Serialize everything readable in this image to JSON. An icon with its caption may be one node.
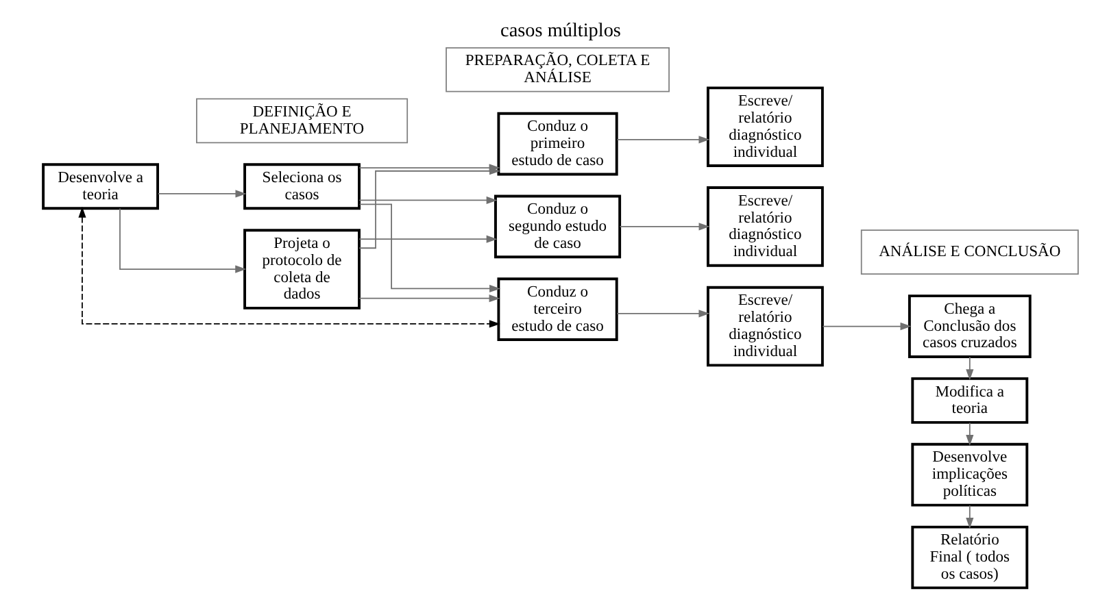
{
  "diagram": {
    "title": "casos múltiplos",
    "nodes": [
      {
        "text": [
          "DEFINIÇÃO E PLANEJAMENTO"
        ]
      },
      {
        "text": [
          "PREPARAÇÃO, COLETA E ANÁLISE"
        ]
      },
      {
        "text": [
          "ANÁLISE E CONCLUSÃO"
        ]
      },
      {
        "text": [
          "Desenvolve a teoria"
        ]
      },
      {
        "text": [
          "Seleciona os casos"
        ]
      },
      {
        "text": [
          "Projeta o protocolo de coleta de dados"
        ]
      },
      {
        "text": [
          "Conduz o primeiro estudo de caso"
        ]
      },
      {
        "text": [
          "Conduz o segundo estudo de caso"
        ]
      },
      {
        "text": [
          "Conduz o terceiro estudo de caso"
        ]
      },
      {
        "text": [
          "Escreve/ relatório diagnóstico individual"
        ]
      },
      {
        "text": [
          "Escreve/ relatório diagnóstico individual"
        ]
      },
      {
        "text": [
          "Escreve/ relatório diagnóstico individual"
        ]
      },
      {
        "text": [
          "Chega a Conclusão dos casos cruzados"
        ]
      },
      {
        "text": [
          "Modifica a teoria"
        ]
      },
      {
        "text": [
          "Desenvolve implicações políticas"
        ]
      },
      {
        "text": [
          "Relatório Final ( todos os casos)"
        ]
      }
    ],
    "edges": [
      {
        "from": 3,
        "to": 4,
        "arrow": "to"
      },
      {
        "from": 3,
        "to": 5,
        "arrow": "to"
      },
      {
        "from": 4,
        "to": 6,
        "arrow": "to"
      },
      {
        "from": 4,
        "to": 7,
        "arrow": "to"
      },
      {
        "from": 4,
        "to": 8,
        "arrow": "to"
      },
      {
        "from": 5,
        "to": 6,
        "arrow": "to"
      },
      {
        "from": 5,
        "to": 7,
        "arrow": "to"
      },
      {
        "from": 5,
        "to": 8,
        "arrow": "to"
      },
      {
        "from": 6,
        "to": 9,
        "arrow": "to"
      },
      {
        "from": 7,
        "to": 10,
        "arrow": "to"
      },
      {
        "from": 8,
        "to": 11,
        "arrow": "to"
      },
      {
        "from": 11,
        "to": 12,
        "arrow": "to"
      },
      {
        "from": 12,
        "to": 13,
        "arrow": "to"
      },
      {
        "from": 13,
        "to": 14,
        "arrow": "to"
      },
      {
        "from": 14,
        "to": 15,
        "arrow": "to"
      },
      {
        "from": 3,
        "to": 8,
        "arrow": "both",
        "style": "dashed",
        "color": "#000000"
      }
    ]
  }
}
